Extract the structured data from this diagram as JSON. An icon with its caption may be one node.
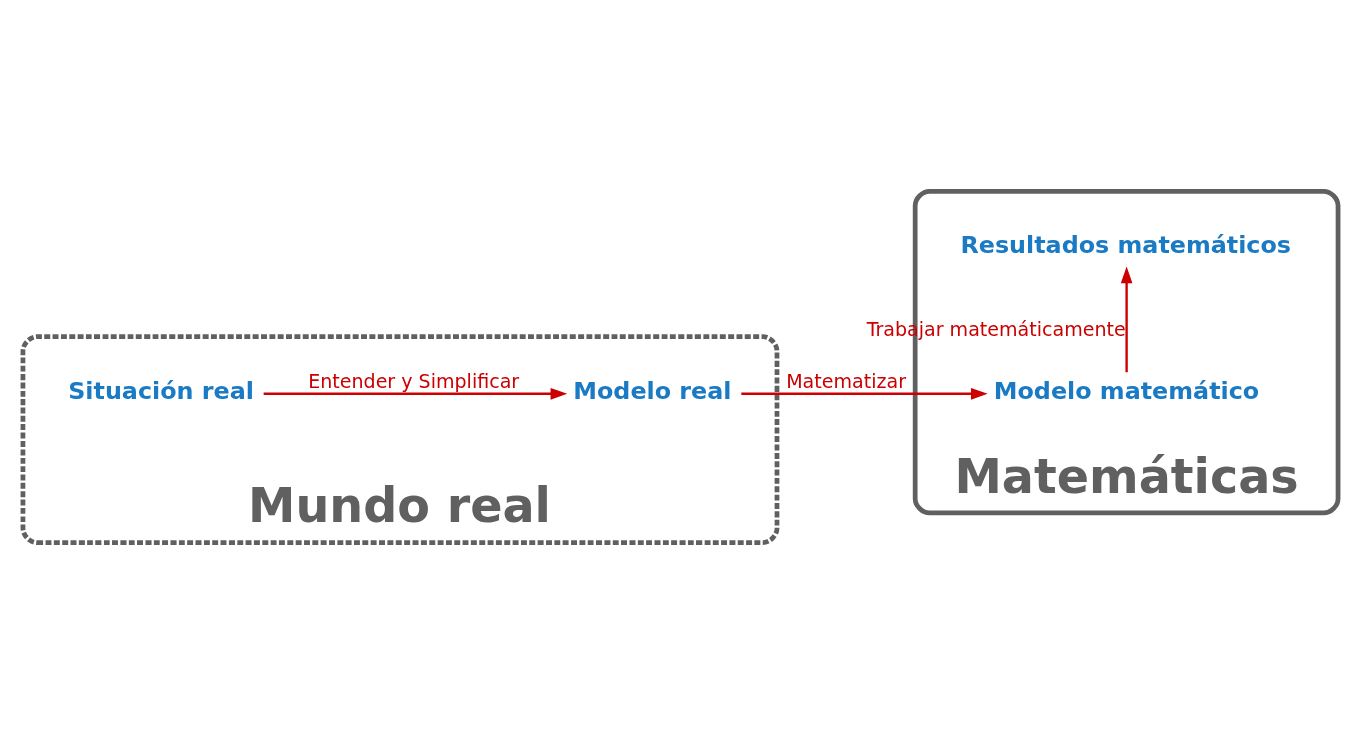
{
  "diagram": {
    "nodes": [
      {
        "text": [
          "Mundo real"
        ]
      },
      {
        "text": [
          "Situación real"
        ],
        "in": 0
      },
      {
        "text": [
          "Modelo real"
        ],
        "in": 0
      },
      {
        "text": [
          "Matemáticas"
        ]
      },
      {
        "text": [
          "Modelo matemático"
        ],
        "in": 3
      },
      {
        "text": [
          "Resultados matemáticos"
        ],
        "in": 3
      }
    ],
    "edges": [
      {
        "from": 1,
        "to": 2,
        "arrow": "to",
        "label": "Entender y Simplificar"
      },
      {
        "from": 2,
        "to": 4,
        "arrow": "to",
        "label": "Matematizar"
      },
      {
        "from": 4,
        "to": 5,
        "arrow": "to",
        "label": "Trabajar matemáticamente"
      }
    ]
  }
}
